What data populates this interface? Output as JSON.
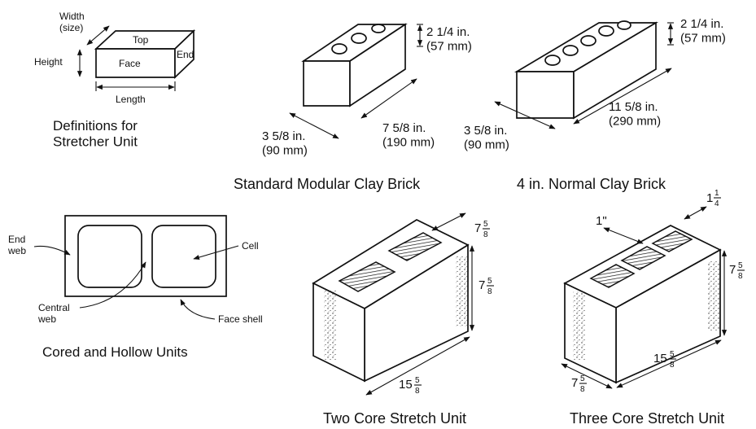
{
  "definitions": {
    "width_label": "Width\n(size)",
    "top_label": "Top",
    "face_label": "Face",
    "end_label": "End",
    "height_label": "Height",
    "length_label": "Length",
    "caption": "Definitions for\nStretcher Unit"
  },
  "modular_brick": {
    "height_dim": "2 1/4 in.\n(57 mm)",
    "width_dim": "3 5/8 in.\n(90 mm)",
    "length_dim": "7 5/8 in.\n(190 mm)",
    "caption": "Standard Modular Clay Brick"
  },
  "normal_brick": {
    "height_dim": "2 1/4 in.\n(57 mm)",
    "width_dim": "3 5/8 in.\n(90 mm)",
    "length_dim": "11 5/8 in.\n(290 mm)",
    "caption": "4 in. Normal Clay Brick"
  },
  "cored_hollow": {
    "end_web_label": "End\nweb",
    "cell_label": "Cell",
    "central_web_label": "Central\nweb",
    "face_shell_label": "Face shell",
    "caption": "Cored and Hollow Units"
  },
  "two_core": {
    "width_whole": "7",
    "width_num": "5",
    "width_den": "8",
    "height_whole": "7",
    "height_num": "5",
    "height_den": "8",
    "length_whole": "15",
    "length_num": "5",
    "length_den": "8",
    "caption": "Two Core Stretch Unit"
  },
  "three_core": {
    "web_dim": "1\"",
    "shell_whole": "1",
    "shell_num": "1",
    "shell_den": "4",
    "height_whole": "7",
    "height_num": "5",
    "height_den": "8",
    "length_whole": "15",
    "length_num": "5",
    "length_den": "8",
    "width_whole": "7",
    "width_num": "5",
    "width_den": "8",
    "caption": "Three Core Stretch Unit"
  }
}
